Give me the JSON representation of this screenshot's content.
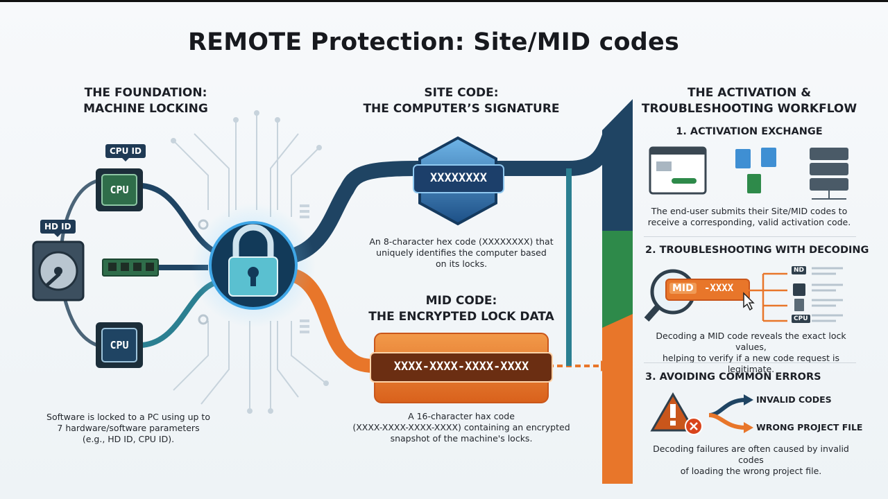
{
  "title": "REMOTE Protection: Site/MID codes",
  "foundation": {
    "heading_line1": "THE FOUNDATION:",
    "heading_line2": "MACHINE LOCKING",
    "tag_cpu": "CPU ID",
    "tag_hd": "HD ID",
    "chip_top": "CPU",
    "chip_bottom": "CPU",
    "desc_line1": "Software is locked to a PC using up to",
    "desc_line2": "7 hardware/software parameters",
    "desc_line3": "(e.g., HD ID, CPU ID)."
  },
  "site_code": {
    "heading_line1": "SITE CODE:",
    "heading_line2": "THE COMPUTER’S SIGNATURE",
    "code": "XXXXXXXX",
    "desc_line1": "An 8-character hex code (XXXXXXXX) that",
    "desc_line2": "uniquely identifies the computer based",
    "desc_line3": "on its locks."
  },
  "mid_code": {
    "heading_line1": "MID CODE:",
    "heading_line2": "THE ENCRYPTED LOCK DATA",
    "code": "XXXX-XXXX-XXXX-XXXX",
    "desc_line1": "A 16-character hax code",
    "desc_line2": "(XXXX-XXXX-XXXX-XXXX) containing an encrypted",
    "desc_line3": "snapshot of the machine's locks."
  },
  "workflow": {
    "heading_line1": "THE ACTIVATION &",
    "heading_line2": "TROUBLESHOOTING WORKFLOW",
    "step1": {
      "title": "1. ACTIVATION EXCHANGE",
      "desc_line1": "The end-user submits their Site/MID codes to",
      "desc_line2": "receive a corresponding, valid activation code."
    },
    "step2": {
      "title": "2. TROUBLESHOOTING WITH DECODING",
      "mid_label": "MID",
      "mid_suffix": "-XXXX",
      "badge_nd": "ND",
      "badge_cpu": "CPU",
      "desc_line1": "Decoding a MID code reveals the exact lock values,",
      "desc_line2": "helping to verify if a new code request is legitimate."
    },
    "step3": {
      "title": "3. AVOIDING COMMON ERRORS",
      "error1": "INVALID CODES",
      "error2": "WRONG PROJECT FILE",
      "desc_line1": "Decoding failures are often caused by invalid codes",
      "desc_line2": "of loading the wrong project file."
    }
  },
  "colors": {
    "navy": "#1f4463",
    "teal": "#2b7f91",
    "green": "#2e8a4a",
    "orange": "#e8762a",
    "blue_glow": "#3fa6e6",
    "chip_green": "#2f6d4a"
  }
}
